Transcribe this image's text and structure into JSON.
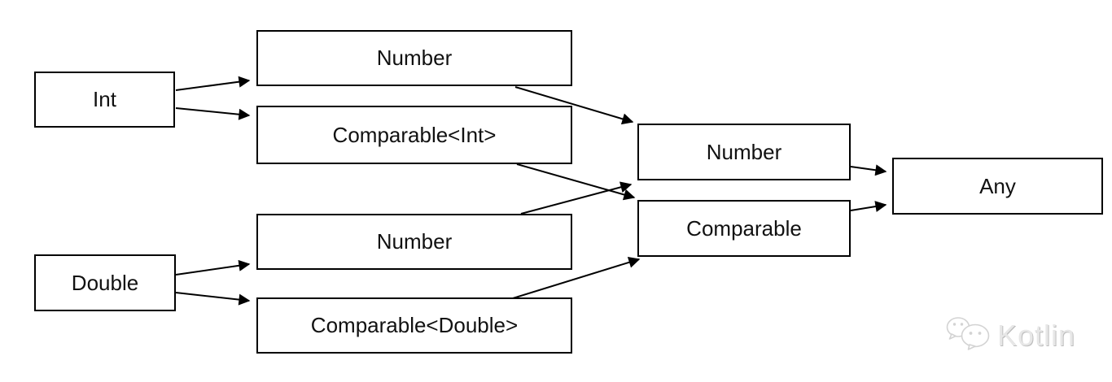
{
  "diagram": {
    "description": "Type hierarchy diagram: Int and Double subtype relations up to Any",
    "nodes": [
      {
        "id": "int",
        "label": "Int"
      },
      {
        "id": "number-of-int",
        "label": "Number"
      },
      {
        "id": "comparable-int",
        "label": "Comparable<Int>"
      },
      {
        "id": "double",
        "label": "Double"
      },
      {
        "id": "number-of-double",
        "label": "Number"
      },
      {
        "id": "comparable-double",
        "label": "Comparable<Double>"
      },
      {
        "id": "number-common",
        "label": "Number"
      },
      {
        "id": "comparable-common",
        "label": "Comparable"
      },
      {
        "id": "any",
        "label": "Any"
      }
    ],
    "edges": [
      {
        "from": "int",
        "to": "number-of-int"
      },
      {
        "from": "int",
        "to": "comparable-int"
      },
      {
        "from": "double",
        "to": "number-of-double"
      },
      {
        "from": "double",
        "to": "comparable-double"
      },
      {
        "from": "number-of-int",
        "to": "number-common"
      },
      {
        "from": "comparable-int",
        "to": "comparable-common"
      },
      {
        "from": "number-of-double",
        "to": "number-common"
      },
      {
        "from": "comparable-double",
        "to": "comparable-common"
      },
      {
        "from": "number-common",
        "to": "any"
      },
      {
        "from": "comparable-common",
        "to": "any"
      }
    ],
    "colors": {
      "background": "#ffffff",
      "box_fill": "#ffffff",
      "box_border": "#000000",
      "arrow": "#000000",
      "text": "#111111"
    }
  },
  "watermark": {
    "icon": "wechat-icon",
    "label": "Kotlin",
    "color": "#e7e7e7"
  }
}
